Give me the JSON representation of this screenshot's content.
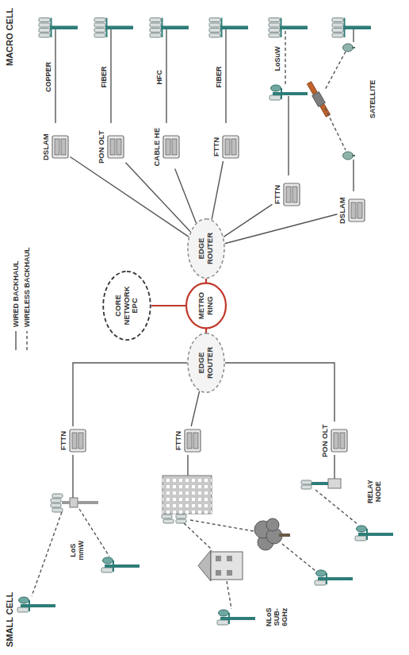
{
  "diagram": {
    "nodes": [
      {
        "text": [
          "DSLAM"
        ]
      },
      {
        "text": [
          "PON OLT"
        ]
      },
      {
        "text": [
          "CABLE HE"
        ]
      },
      {
        "text": [
          "FTTN"
        ]
      },
      {
        "text": [
          "FTTN"
        ]
      },
      {
        "text": [
          "DSLAM"
        ]
      },
      {
        "text": [
          "EDGE ROUTER"
        ]
      },
      {
        "text": [
          "METRO RING"
        ]
      },
      {
        "text": [
          "CORE NETWORK EPC"
        ]
      },
      {
        "text": [
          "EDGE ROUTER"
        ]
      },
      {
        "text": [
          "FTTN"
        ]
      },
      {
        "text": [
          "FTTN"
        ]
      },
      {
        "text": [
          "PON OLT"
        ]
      }
    ],
    "edges": [
      {
        "from": 0,
        "to": 6,
        "arrow": "none"
      },
      {
        "from": 1,
        "to": 6,
        "arrow": "none"
      },
      {
        "from": 2,
        "to": 6,
        "arrow": "none"
      },
      {
        "from": 3,
        "to": 6,
        "arrow": "none"
      },
      {
        "from": 4,
        "to": 6,
        "arrow": "none"
      },
      {
        "from": 5,
        "to": 6,
        "arrow": "none"
      },
      {
        "from": 6,
        "to": 7,
        "arrow": "none"
      },
      {
        "from": 7,
        "to": 9,
        "arrow": "none"
      },
      {
        "from": 8,
        "to": 7,
        "arrow": "none"
      },
      {
        "from": 9,
        "to": 10,
        "arrow": "none"
      },
      {
        "from": 9,
        "to": 11,
        "arrow": "none"
      },
      {
        "from": 9,
        "to": 12,
        "arrow": "none"
      }
    ],
    "labels": [
      "MACRO CELL",
      "SMALL CELL",
      "COPPER",
      "FIBER",
      "HFC",
      "FIBER",
      "LoSuW",
      "SATELLITE",
      "LoS mmW",
      "NLoS SUB-6GHz",
      "RELAY NODE"
    ],
    "legend": [
      {
        "text": "WIRED BACKHAUL"
      },
      {
        "text": "WIRELESS BACKHAUL"
      }
    ]
  }
}
